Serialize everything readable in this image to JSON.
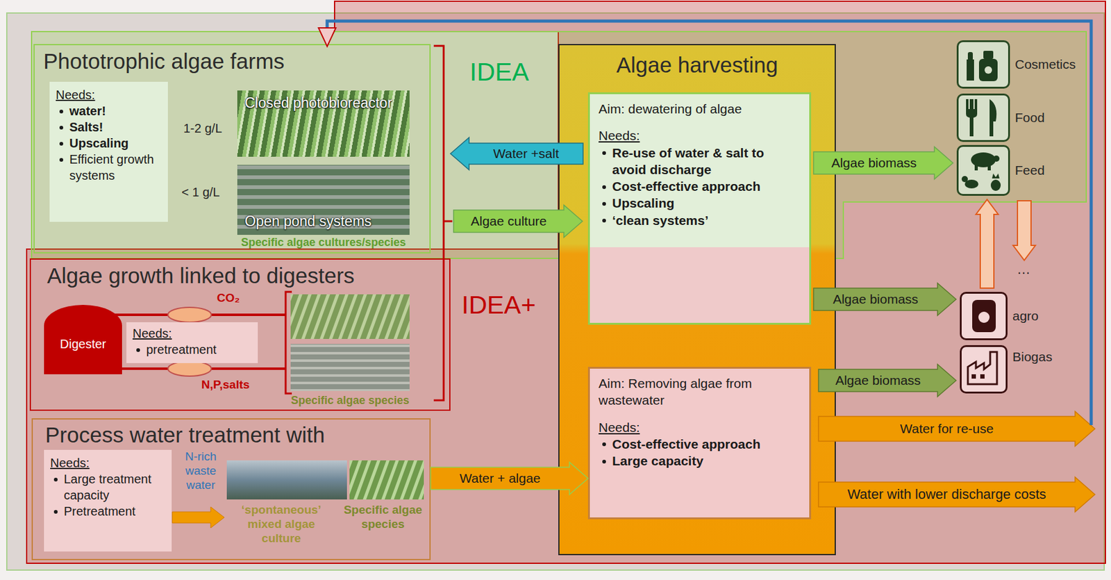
{
  "diagram": {
    "nodes": [
      {
        "text": [
          "Phototrophic algae farms"
        ]
      },
      {
        "text": [
          "Needs:",
          "water!",
          "Salts!",
          "Upscaling",
          "Efficient growth systems"
        ],
        "in": 0
      },
      {
        "text": [
          "Closed photobioreactor"
        ],
        "in": 0
      },
      {
        "text": [
          "Open pond systems"
        ],
        "in": 0
      },
      {
        "text": [
          "Algae growth linked to digesters"
        ]
      },
      {
        "text": [
          "Digester"
        ],
        "in": 4
      },
      {
        "text": [
          "Needs:",
          "pretreatment"
        ],
        "in": 4
      },
      {
        "text": [
          "Process water treatment with"
        ]
      },
      {
        "text": [
          "Needs:",
          "Large treatment capacity",
          "Pretreatment"
        ],
        "in": 7
      },
      {
        "text": [
          "Algae harvesting"
        ]
      },
      {
        "text": [
          "Aim: dewatering of algae",
          "Needs:",
          "Re-use of water & salt to avoid discharge",
          "Cost-effective approach",
          "Upscaling",
          "‘clean systems’"
        ],
        "in": 9
      },
      {
        "text": [
          "Aim: Removing algae from wastewater",
          "Needs:",
          "Cost-effective approach",
          "Large capacity"
        ],
        "in": 9
      },
      {
        "text": [
          "Cosmetics"
        ]
      },
      {
        "text": [
          "Food"
        ]
      },
      {
        "text": [
          "Feed"
        ]
      },
      {
        "text": [
          "agro"
        ]
      },
      {
        "text": [
          "Biogas"
        ]
      }
    ],
    "edges": [
      {
        "from": 10,
        "to": 0,
        "label": "Water +salt",
        "arrow": "to"
      },
      {
        "from": 0,
        "to": 10,
        "label": "Algae culture",
        "arrow": "to"
      },
      {
        "from": 7,
        "to": 11,
        "label": "Water + algae",
        "arrow": "to"
      },
      {
        "from": 10,
        "to": 14,
        "label": "Algae biomass",
        "arrow": "to"
      },
      {
        "from": 10,
        "to": 15,
        "label": "Algae biomass",
        "arrow": "to"
      },
      {
        "from": 11,
        "to": 16,
        "label": "Algae biomass",
        "arrow": "to"
      },
      {
        "from": 11,
        "to": 0,
        "label": "Water for re-use",
        "arrow": "to"
      },
      {
        "from": 15,
        "to": 14,
        "arrow": "to"
      }
    ],
    "labels": [
      "IDEA",
      "IDEA+",
      "1-2 g/L",
      "< 1 g/L",
      "Specific algae cultures/species",
      "CO₂",
      "N,P,salts",
      "Specific algae species",
      "N-rich waste water",
      "‘spontaneous’ mixed algae culture",
      "Specific algae species",
      "…",
      "Water with lower discharge costs"
    ]
  }
}
